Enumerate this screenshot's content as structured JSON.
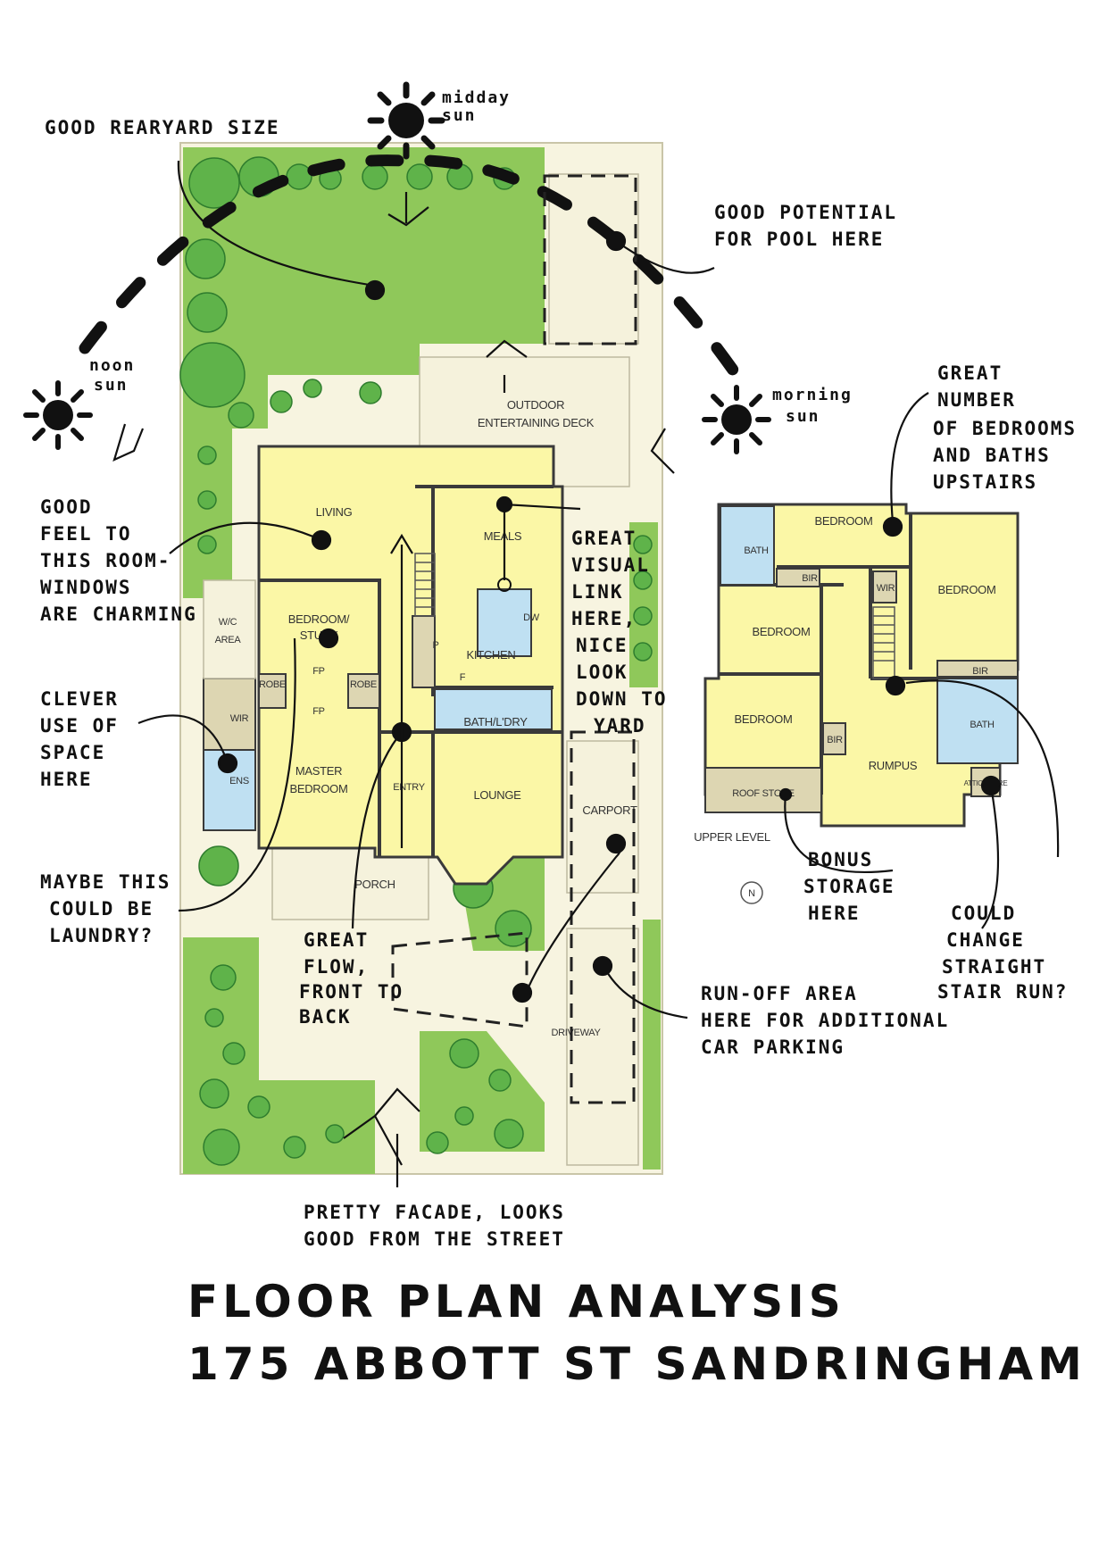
{
  "title": {
    "line1": "FLOOR PLAN ANALYSIS",
    "line2": "175 ABBOTT ST  SANDRINGHAM"
  },
  "rooms": {
    "outdoor_deck_1": "OUTDOOR",
    "outdoor_deck_2": "ENTERTAINING DECK",
    "living": "LIVING",
    "meals": "MEALS",
    "bedroom_study_1": "BEDROOM/",
    "bedroom_study_2": "STUDY",
    "kitchen": "KITCHEN",
    "robe": "ROBE",
    "fp": "FP",
    "wir": "WIR",
    "ens": "ENS",
    "master_1": "MASTER",
    "master_2": "BEDROOM",
    "entry": "ENTRY",
    "bath_lodry": "BATH/L'DRY",
    "lounge": "LOUNGE",
    "carport": "CARPORT",
    "porch": "PORCH",
    "driveway": "DRIVEWAY",
    "wc_area_1": "W/C",
    "wc_area_2": "AREA",
    "pantry": "P",
    "dw": "DW",
    "fridge": "F"
  },
  "upper": {
    "bedroom": "BEDROOM",
    "bath": "BATH",
    "bir": "BIR",
    "wir": "WIR",
    "rumpus": "RUMPUS",
    "roof_store": "ROOF STORE",
    "attic_store": "ATTIC STORE",
    "level_label": "UPPER LEVEL",
    "north": "N"
  },
  "notes": {
    "rear_yard": "GOOD REARYARD SIZE",
    "midday_1": "midday",
    "midday_2": "sun",
    "pool_1": "GOOD POTENTIAL",
    "pool_2": "FOR POOL HERE",
    "noon_1": "noon",
    "noon_2": "sun",
    "morning_1": "morning",
    "morning_2": "sun",
    "bedrooms_1": "GREAT",
    "bedrooms_2": "NUMBER",
    "bedrooms_3": "OF BEDROOMS",
    "bedrooms_4": "AND BATHS",
    "bedrooms_5": "UPSTAIRS",
    "feel_1": "GOOD",
    "feel_2": "FEEL TO",
    "feel_3": "THIS ROOM-",
    "feel_4": "WINDOWS",
    "feel_5": "ARE CHARMING",
    "visual_1": "GREAT",
    "visual_2": "VISUAL",
    "visual_3": "LINK",
    "visual_4": "HERE,",
    "visual_5": "NICE",
    "visual_6": "LOOK",
    "visual_7": "DOWN TO",
    "visual_8": "YARD",
    "clever_1": "CLEVER",
    "clever_2": "USE OF",
    "clever_3": "SPACE",
    "clever_4": "HERE",
    "laundry_1": "MAYBE THIS",
    "laundry_2": "COULD BE",
    "laundry_3": "LAUNDRY?",
    "flow_1": "GREAT",
    "flow_2": "FLOW,",
    "flow_3": "FRONT TO",
    "flow_4": "BACK",
    "storage_1": "BONUS",
    "storage_2": "STORAGE",
    "storage_3": "HERE",
    "stair_1": "COULD",
    "stair_2": "CHANGE",
    "stair_3": "STRAIGHT",
    "stair_4": "STAIR RUN?",
    "runoff_1": "RUN-OFF AREA",
    "runoff_2": "HERE FOR ADDITIONAL",
    "runoff_3": "CAR PARKING",
    "facade_1": "PRETTY FACADE, LOOKS",
    "facade_2": "GOOD FROM THE STREET"
  }
}
